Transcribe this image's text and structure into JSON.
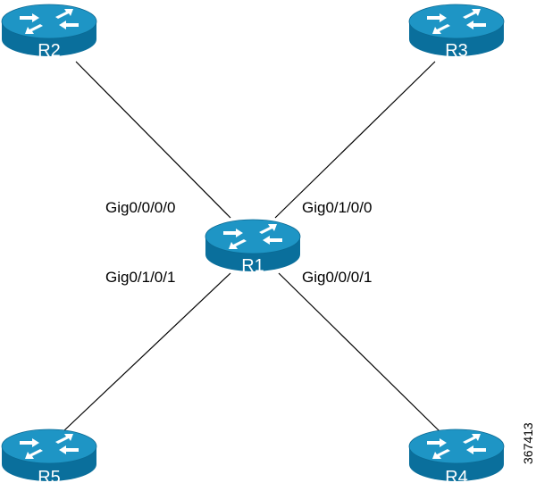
{
  "diagram": {
    "routers": [
      {
        "id": "r1",
        "label": "R1"
      },
      {
        "id": "r2",
        "label": "R2"
      },
      {
        "id": "r3",
        "label": "R3"
      },
      {
        "id": "r4",
        "label": "R4"
      },
      {
        "id": "r5",
        "label": "R5"
      }
    ],
    "links": [
      {
        "from": "R1",
        "to": "R2",
        "interface": "Gig0/0/0/0"
      },
      {
        "from": "R1",
        "to": "R3",
        "interface": "Gig0/1/0/0"
      },
      {
        "from": "R1",
        "to": "R5",
        "interface": "Gig0/1/0/1"
      },
      {
        "from": "R1",
        "to": "R4",
        "interface": "Gig0/0/0/1"
      }
    ],
    "figure_id": "367413",
    "colors": {
      "router_body": "#0a7aa8",
      "router_top": "#1f96c6",
      "router_label": "#ffffff",
      "link": "#000000"
    }
  }
}
